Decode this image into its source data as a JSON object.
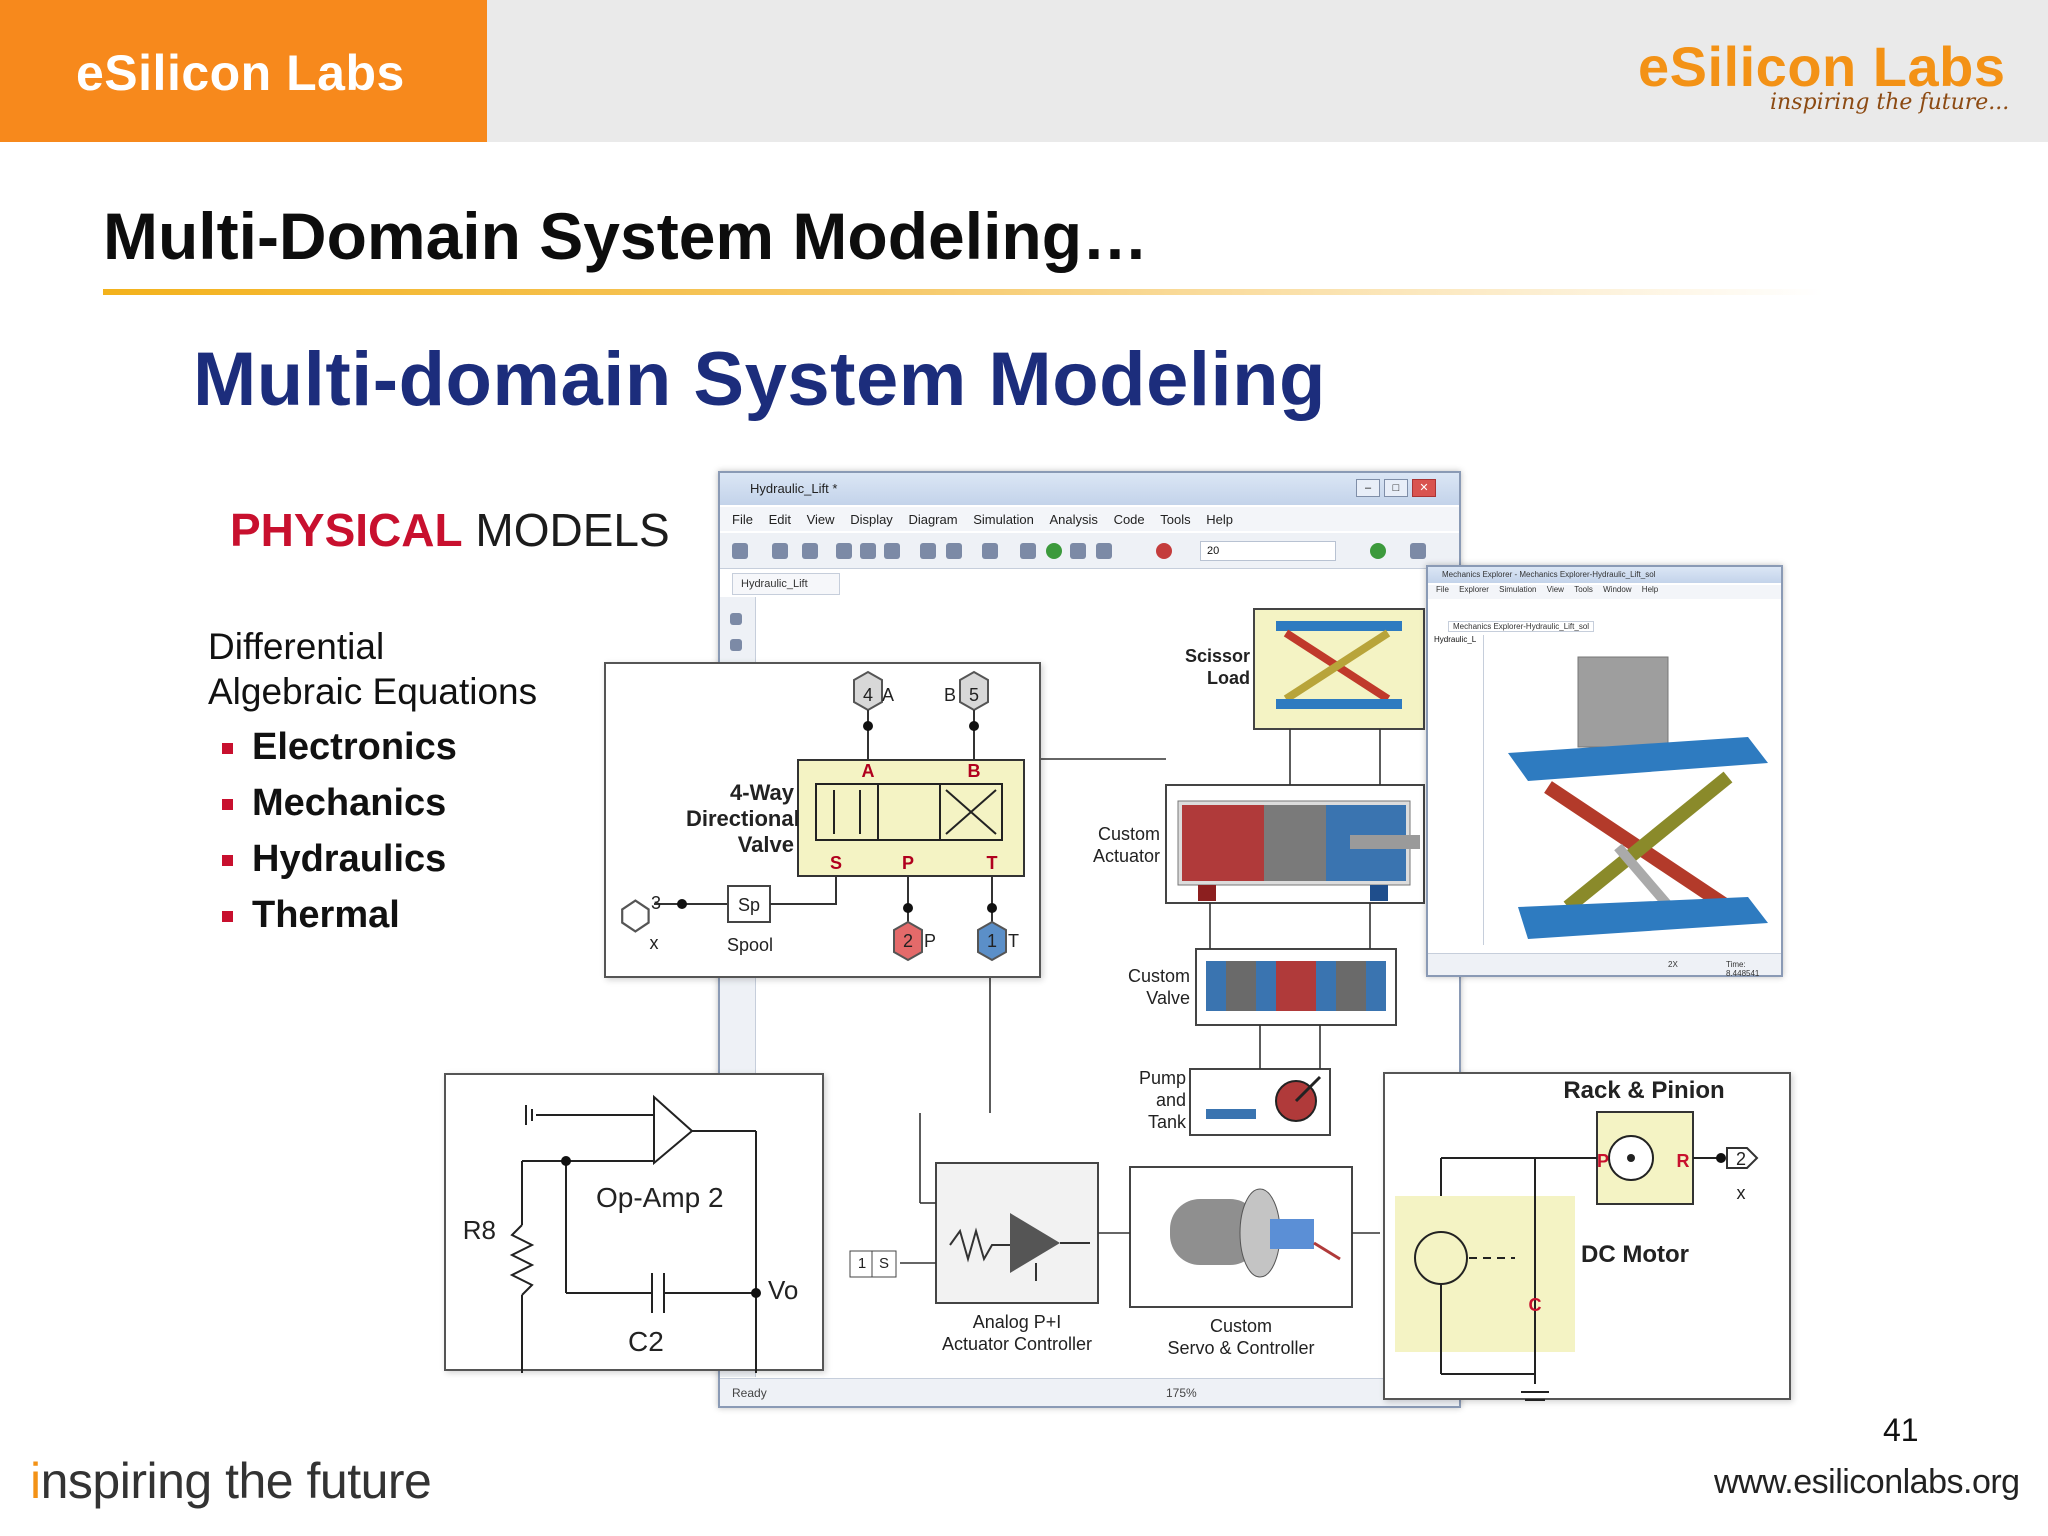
{
  "header": {
    "brand": "eSilicon Labs",
    "logo_text": "eSilicon Labs",
    "logo_tagline": "inspiring the future...",
    "colors": {
      "orange": "#f7891c",
      "band": "#eaeaea"
    }
  },
  "slide": {
    "title": "Multi-Domain System Modeling…",
    "subtitle": "Multi-domain System Modeling",
    "physical_a": "PHYSICAL",
    "physical_b": " MODELS",
    "dae_line1": "Differential",
    "dae_line2": "Algebraic Equations",
    "domains": [
      "Electronics",
      "Mechanics",
      "Hydraulics",
      "Thermal"
    ],
    "page_number": "41",
    "website": "www.esiliconlabs.org",
    "tagline": "nspiring the future",
    "tagline_initial": "i"
  },
  "simulink_window": {
    "title": "Hydraulic_Lift *",
    "menu": [
      "File",
      "Edit",
      "View",
      "Display",
      "Diagram",
      "Simulation",
      "Analysis",
      "Code",
      "Tools",
      "Help"
    ],
    "sim_time": "20",
    "breadcrumb": "Hydraulic_Lift",
    "status": "Ready",
    "zoom": "175%",
    "blocks": {
      "scissor_load": "Scissor\nLoad",
      "custom_actuator": "Custom\nActuator",
      "custom_valve": "Custom\nValve",
      "pump_tank": "Pump\nand\nTank",
      "analog_controller": "Analog P+I\nActuator Controller",
      "servo_controller": "Custom\nServo & Controller",
      "const_block": "1",
      "s_block": "S"
    }
  },
  "valve_panel": {
    "title": "4-Way\nDirectional\nValve",
    "ports": {
      "a_num": "4",
      "a_lbl": "A",
      "b_lbl": "B",
      "b_num": "5",
      "x_num": "3",
      "x_lbl": "x",
      "p_num": "2",
      "p_lbl": "P",
      "t_num": "1",
      "t_lbl": "T"
    },
    "valve_letters": {
      "a": "A",
      "b": "B",
      "s": "S",
      "p": "P",
      "t": "T"
    },
    "spool_block": "Sp",
    "spool_label": "Spool"
  },
  "opamp_panel": {
    "resistor": "R8",
    "amp": "Op-Amp 2",
    "capacitor": "C2",
    "output": "Vo"
  },
  "rack_panel": {
    "title": "Rack & Pinion",
    "motor": "DC Motor",
    "port_p": "P",
    "port_r": "R",
    "port_c": "C",
    "out_num": "2",
    "out_lbl": "x"
  },
  "mechanics_explorer": {
    "title": "Mechanics Explorer - Mechanics Explorer-Hydraulic_Lift_sol",
    "menu": [
      "File",
      "Explorer",
      "Simulation",
      "View",
      "Tools",
      "Window",
      "Help"
    ],
    "tab": "Mechanics Explorer-Hydraulic_Lift_sol",
    "tree_root": "Hydraulic_L",
    "speed": "2X",
    "time": "Time: 8.448541"
  }
}
